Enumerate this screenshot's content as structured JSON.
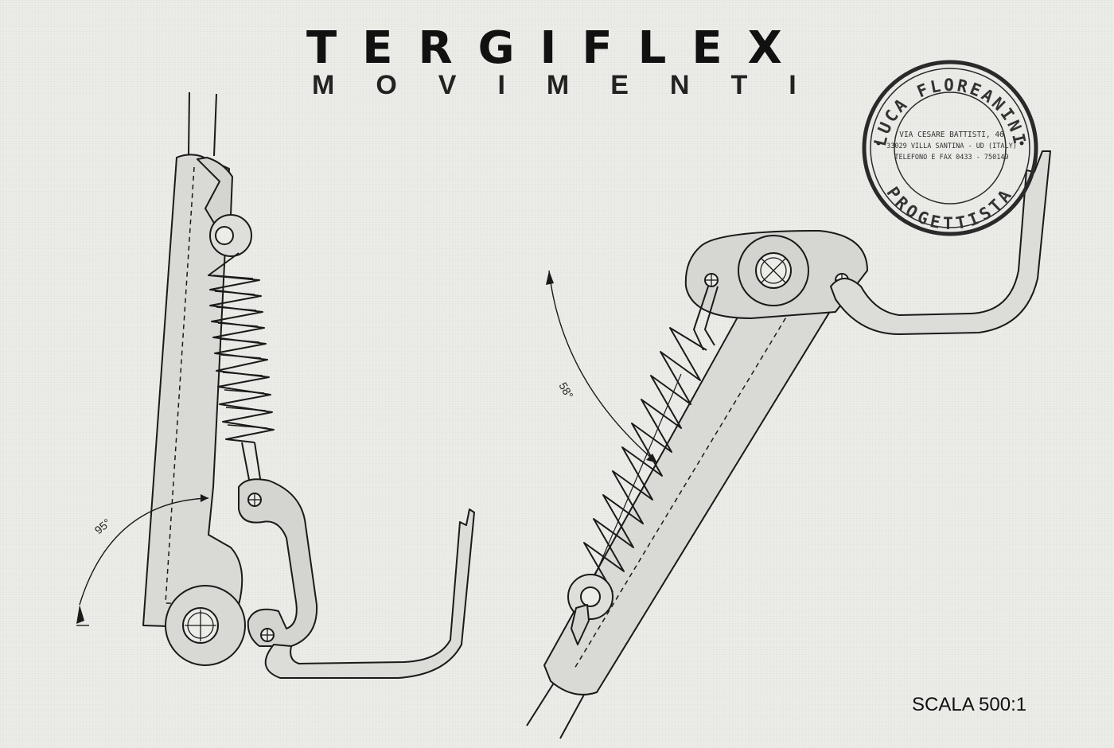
{
  "header": {
    "title": "TERGIFLEX",
    "subtitle": "MOVIMENTI"
  },
  "stamp": {
    "name": "LUCA FLOREANINI",
    "role": "PROGETTISTA",
    "address_line1": "VIA CESARE BATTISTI, 46",
    "address_line2": "33029 VILLA SANTINA - UD (ITALY)",
    "address_line3": "TELEFONO E FAX 0433 - 750149"
  },
  "angles": {
    "left": "95°",
    "right": "58°"
  },
  "footer": {
    "scale": "SCALA 500:1"
  }
}
